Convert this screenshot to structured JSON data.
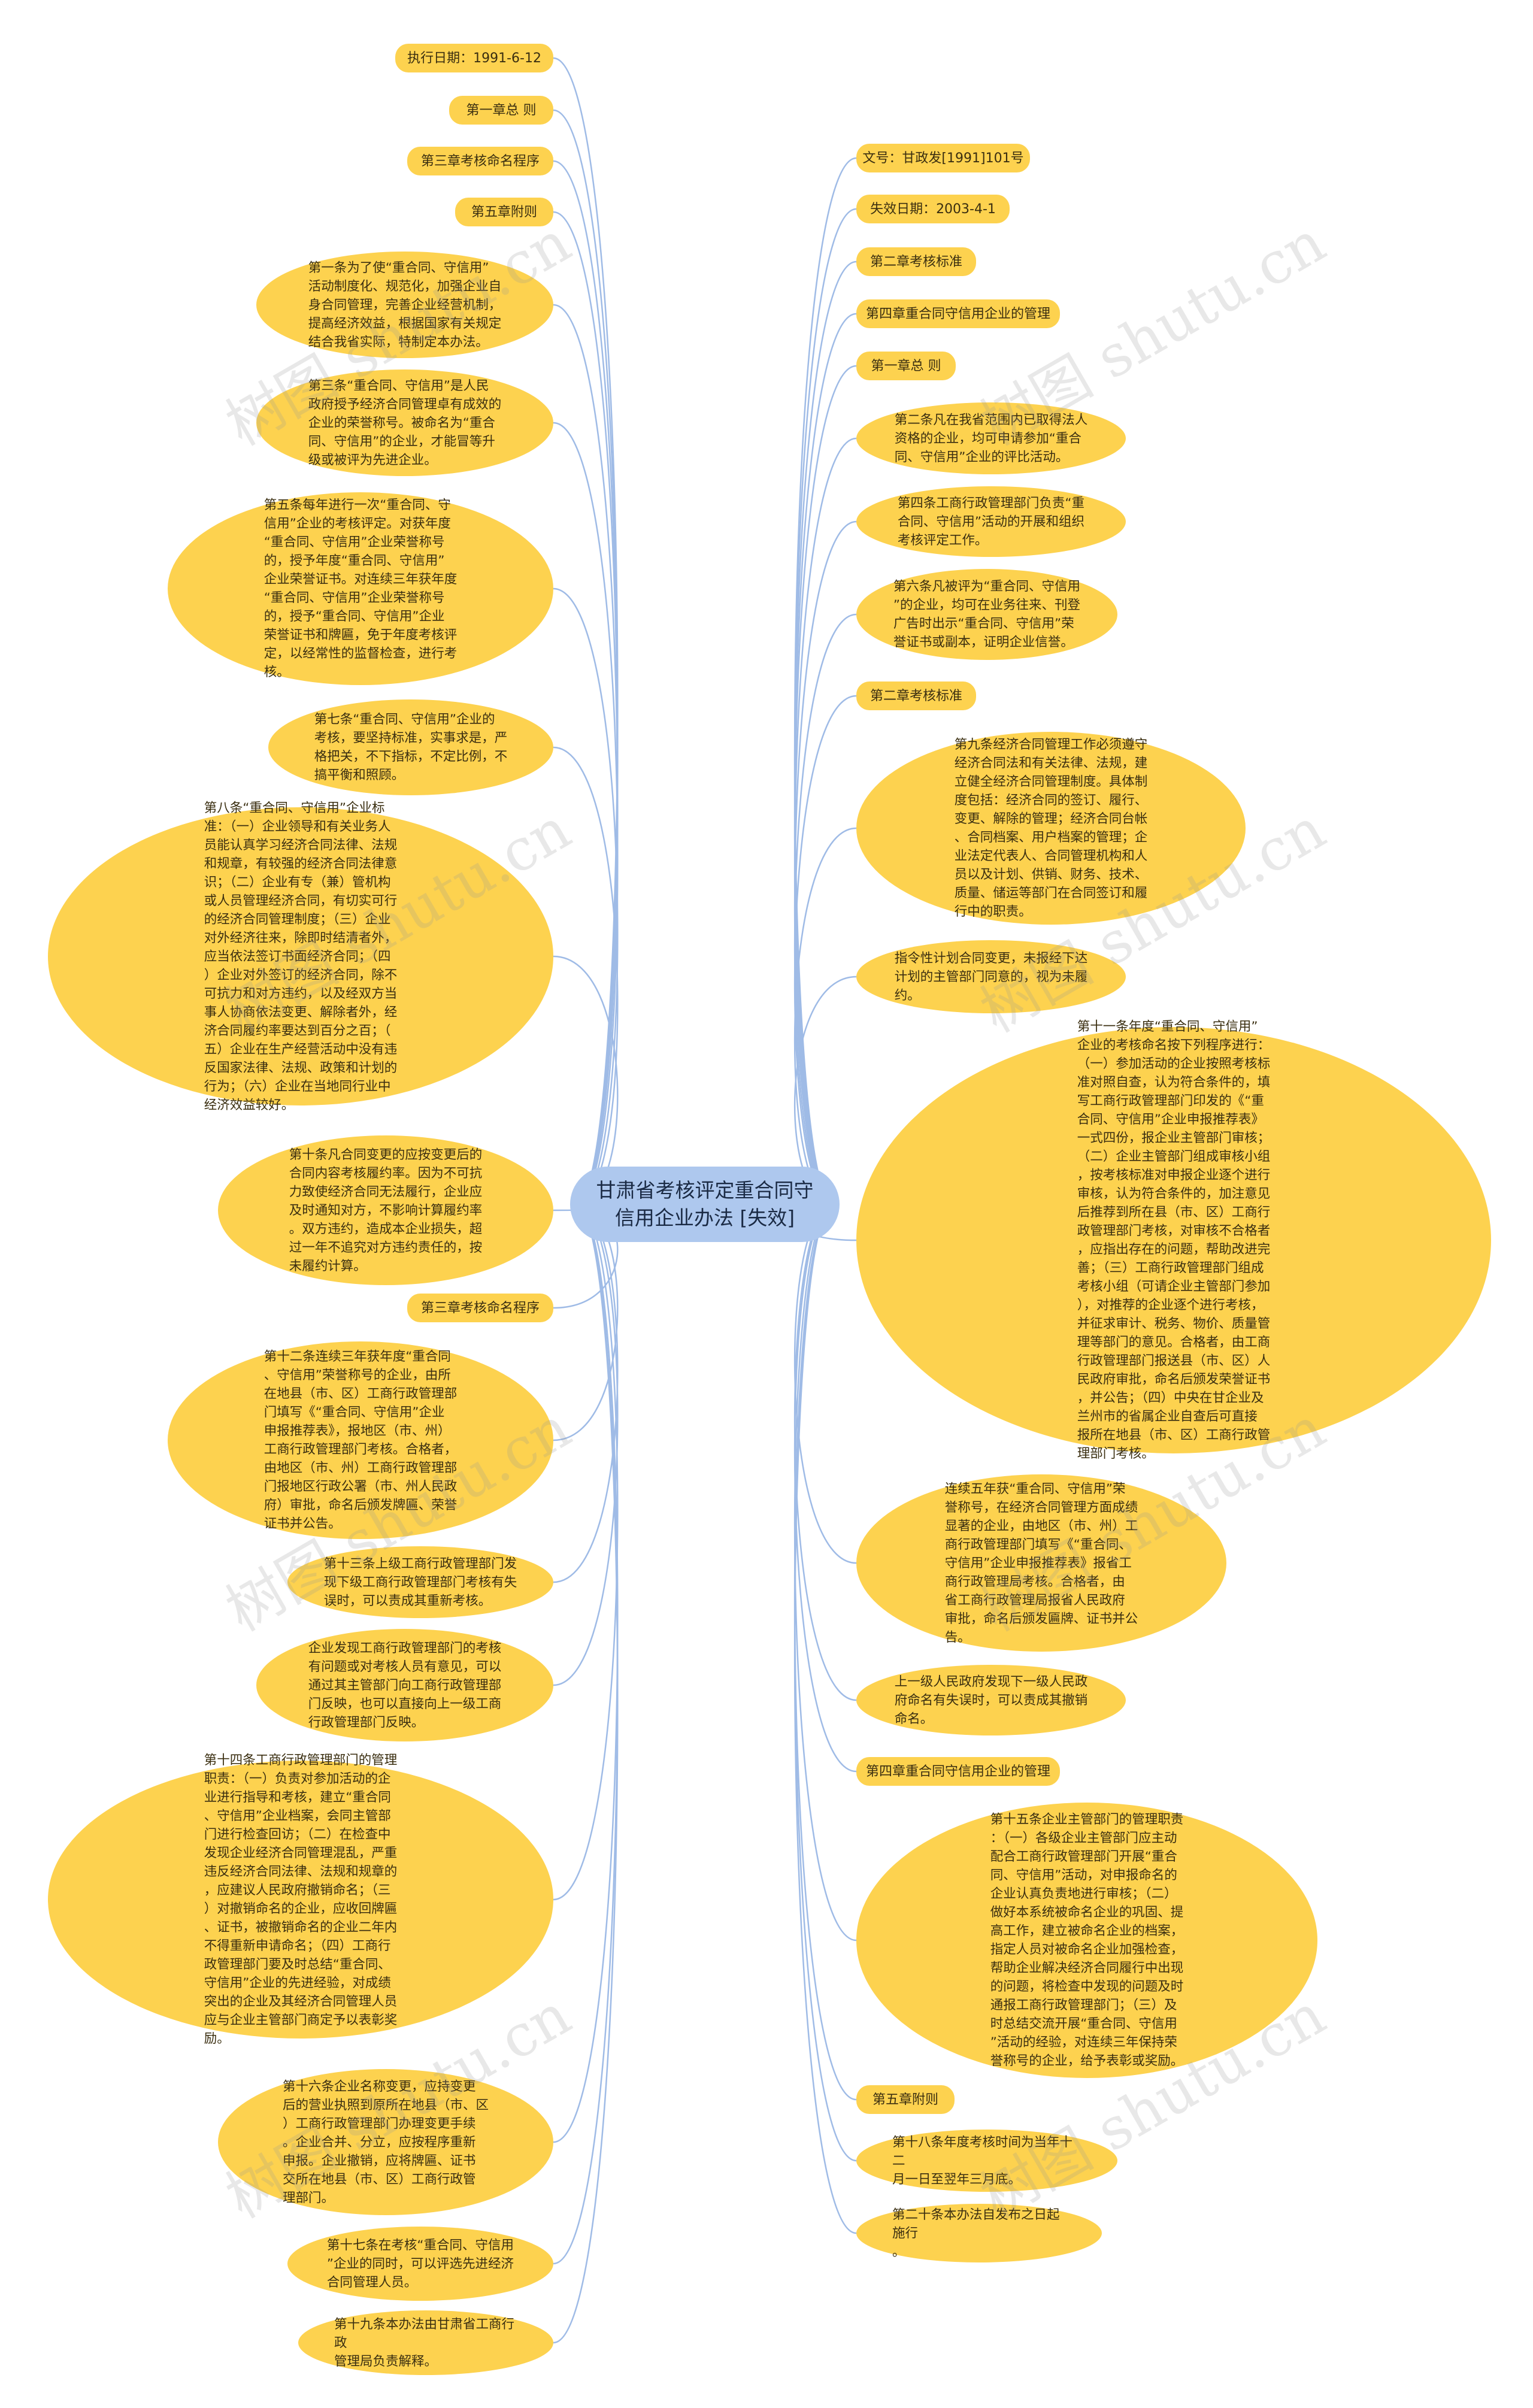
{
  "center": "甘肃省考核评定重合同守信用企业办法 [失效]",
  "left": [
    "执行日期：1991-6-12",
    "第一章总 则",
    "第三章考核命名程序",
    "第五章附则",
    "第一条为了使“重合同、守信用”\n活动制度化、规范化，加强企业自\n身合同管理，完善企业经营机制，\n提高经济效益，根据国家有关规定\n结合我省实际，特制定本办法。",
    "第三条“重合同、守信用”是人民\n政府授予经济合同管理卓有成效的\n企业的荣誉称号。被命名为“重合\n同、守信用”的企业，才能冒等升\n级或被评为先进企业。",
    "第五条每年进行一次“重合同、守\n信用”企业的考核评定。对获年度\n“重合同、守信用”企业荣誉称号\n的，授予年度“重合同、守信用”\n企业荣誉证书。对连续三年获年度\n“重合同、守信用”企业荣誉称号\n的，授予“重合同、守信用”企业\n荣誉证书和牌匾，免于年度考核评\n定，以经常性的监督检查，进行考\n核。",
    "第七条“重合同、守信用”企业的\n考核，要坚持标准，实事求是，严\n格把关，不下指标，不定比例，不\n搞平衡和照顾。",
    "第八条“重合同、守信用”企业标\n准：（一）企业领导和有关业务人\n员能认真学习经济合同法律、法规\n和规章，有较强的经济合同法律意\n识；（二）企业有专（兼）管机构\n或人员管理经济合同，有切实可行\n的经济合同管理制度；（三）企业\n对外经济往来，除即时结清者外，\n应当依法签订书面经济合同；（四\n）企业对外签订的经济合同，除不\n可抗力和对方违约，以及经双方当\n事人协商依法变更、解除者外，经\n济合同履约率要达到百分之百；（\n五）企业在生产经营活动中没有违\n反国家法律、法规、政策和计划的\n行为；（六）企业在当地同行业中\n经济效益较好。",
    "第十条凡合同变更的应按变更后的\n合同内容考核履约率。因为不可抗\n力致使经济合同无法履行，企业应\n及时通知对方，不影响计算履约率\n。双方违约，造成本企业损失，超\n过一年不追究对方违约责任的，按\n未履约计算。",
    "第三章考核命名程序",
    "第十二条连续三年获年度“重合同\n、守信用”荣誉称号的企业，由所\n在地县（市、区）工商行政管理部\n门填写《“重合同、守信用”企业\n申报推荐表》，报地区（市、州）\n工商行政管理部门考核。合格者，\n由地区（市、州）工商行政管理部\n门报地区行政公署（市、州人民政\n府）审批，命名后颁发牌匾、荣誉\n证书并公告。",
    "第十三条上级工商行政管理部门发\n现下级工商行政管理部门考核有失\n误时，可以责成其重新考核。",
    "企业发现工商行政管理部门的考核\n有问题或对考核人员有意见，可以\n通过其主管部门向工商行政管理部\n门反映，也可以直接向上一级工商\n行政管理部门反映。",
    "第十四条工商行政管理部门的管理\n职责：（一）负责对参加活动的企\n业进行指导和考核，建立“重合同\n、守信用”企业档案，会同主管部\n门进行检查回访；（二）在检查中\n发现企业经济合同管理混乱，严重\n违反经济合同法律、法规和规章的\n，应建议人民政府撤销命名；（三\n）对撤销命名的企业，应收回牌匾\n、证书，被撤销命名的企业二年内\n不得重新申请命名；（四）工商行\n政管理部门要及时总结“重合同、\n守信用”企业的先进经验，对成绩\n突出的企业及其经济合同管理人员\n应与企业主管部门商定予以表彰奖\n励。",
    "第十六条企业名称变更，应持变更\n后的营业执照到原所在地县（市、区\n）工商行政管理部门办理变更手续\n。企业合并、分立，应按程序重新\n申报。企业撤销，应将牌匾、证书\n交所在地县（市、区）工商行政管\n理部门。",
    "第十七条在考核“重合同、守信用\n”企业的同时，可以评选先进经济\n合同管理人员。",
    "第十九条本办法由甘肃省工商行政\n管理局负责解释。"
  ],
  "right": [
    "文号：甘政发[1991]101号",
    "失效日期：2003-4-1",
    "第二章考核标准",
    "第四章重合同守信用企业的管理",
    "第一章总 则",
    "第二条凡在我省范围内已取得法人\n资格的企业，均可申请参加“重合\n同、守信用”企业的评比活动。",
    "第四条工商行政管理部门负责“重\n合同、守信用”活动的开展和组织\n考核评定工作。",
    "第六条凡被评为“重合同、守信用\n”的企业，均可在业务往来、刊登\n广告时出示“重合同、守信用”荣\n誉证书或副本，证明企业信誉。",
    "第二章考核标准",
    "第九条经济合同管理工作必须遵守\n经济合同法和有关法律、法规，建\n立健全经济合同管理制度。具体制\n度包括：经济合同的签订、履行、\n变更、解除的管理；经济合同台帐\n、合同档案、用户档案的管理；企\n业法定代表人、合同管理机构和人\n员以及计划、供销、财务、技术、\n质量、储运等部门在合同签订和履\n行中的职责。",
    "指令性计划合同变更，未报经下达\n计划的主管部门同意的，视为未履\n约。",
    "第十一条年度“重合同、守信用”\n企业的考核命名按下列程序进行：\n（一）参加活动的企业按照考核标\n准对照自查，认为符合条件的，填\n写工商行政管理部门印发的《“重\n合同、守信用”企业申报推荐表》\n一式四份，报企业主管部门审核；\n（二）企业主管部门组成审核小组\n，按考核标准对申报企业逐个进行\n审核，认为符合条件的，加注意见\n后推荐到所在县（市、区）工商行\n政管理部门考核，对审核不合格者\n，应指出存在的问题，帮助改进完\n善；（三）工商行政管理部门组成\n考核小组（可请企业主管部门参加\n），对推荐的企业逐个进行考核，\n并征求审计、税务、物价、质量管\n理等部门的意见。合格者，由工商\n行政管理部门报送县（市、区）人\n民政府审批，命名后颁发荣誉证书\n，并公告；（四）中央在甘企业及\n兰州市的省属企业自查后可直接\n报所在地县（市、区）工商行政管\n理部门考核。",
    "连续五年获“重合同、守信用”荣\n誉称号，在经济合同管理方面成绩\n显著的企业，由地区（市、州）工\n商行政管理部门填写《“重合同、\n守信用”企业申报推荐表》报省工\n商行政管理局考核。合格者，由\n省工商行政管理局报省人民政府\n审批，命名后颁发匾牌、证书并公\n告。",
    "上一级人民政府发现下一级人民政\n府命名有失误时，可以责成其撤销\n命名。",
    "第四章重合同守信用企业的管理",
    "第十五条企业主管部门的管理职责\n：（一）各级企业主管部门应主动\n配合工商行政管理部门开展“重合\n同、守信用”活动，对申报命名的\n企业认真负责地进行审核；（二）\n做好本系统被命名企业的巩固、提\n高工作，建立被命名企业的档案，\n指定人员对被命名企业加强检查，\n帮助企业解决经济合同履行中出现\n的问题，将检查中发现的问题及时\n通报工商行政管理部门；（三）及\n时总结交流开展“重合同、守信用\n”活动的经验，对连续三年保持荣\n誉称号的企业，给予表彰或奖励。",
    "第五章附则",
    "第十八条年度考核时间为当年十二\n月一日至翌年三月底。",
    "第二十条本办法自发布之日起施行\n。"
  ],
  "watermark": "树图 shutu.cn",
  "colors": {
    "node": "#fdd24f",
    "center": "#aec8ee",
    "link": "#9fbbe6"
  }
}
